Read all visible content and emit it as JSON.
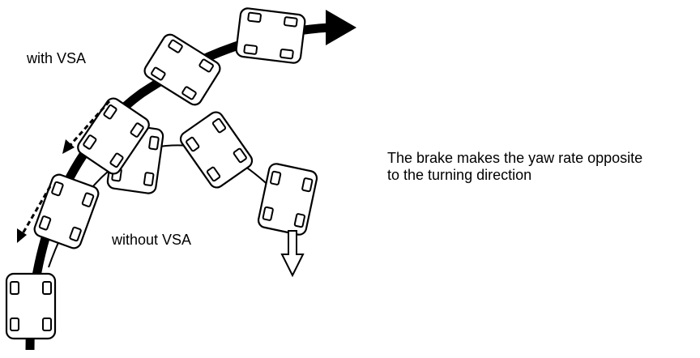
{
  "labels": {
    "with_vsa": "with VSA",
    "without_vsa": "without VSA",
    "caption_line1": "The brake makes the yaw rate opposite",
    "caption_line2": "to the turning direction"
  },
  "colors": {
    "line": "#000000",
    "fill": "#ffffff"
  }
}
